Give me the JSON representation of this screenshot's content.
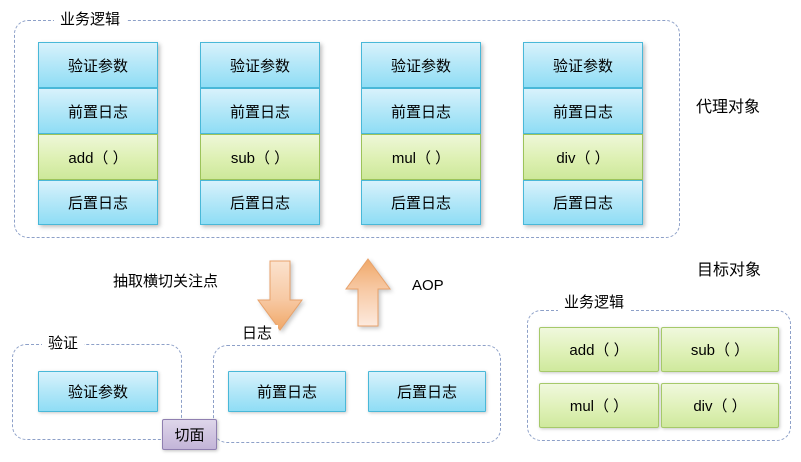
{
  "diagram": {
    "proxy_section": {
      "group_label": "业务逻辑",
      "side_label": "代理对象",
      "stacks": [
        {
          "rows": [
            "验证参数",
            "前置日志",
            "add（ ）",
            "后置日志"
          ]
        },
        {
          "rows": [
            "验证参数",
            "前置日志",
            "sub（ ）",
            "后置日志"
          ]
        },
        {
          "rows": [
            "验证参数",
            "前置日志",
            "mul（ ）",
            "后置日志"
          ]
        },
        {
          "rows": [
            "验证参数",
            "前置日志",
            "div（ ）",
            "后置日志"
          ]
        }
      ]
    },
    "middle": {
      "extract_label": "抽取横切关注点",
      "aop_label": "AOP",
      "down_arrow_name": "down-arrow",
      "up_arrow_name": "up-arrow",
      "arrow_color": "#f4b183"
    },
    "aspect_section": {
      "validate_group_label": "验证",
      "log_group_label": "日志",
      "aspect_badge": "切面",
      "validate_items": [
        "验证参数"
      ],
      "log_items": [
        "前置日志",
        "后置日志"
      ]
    },
    "target_section": {
      "side_label": "目标对象",
      "group_label": "业务逻辑",
      "methods": [
        "add（ ）",
        "sub（ ）",
        "mul（ ）",
        "div（ ）"
      ]
    }
  }
}
